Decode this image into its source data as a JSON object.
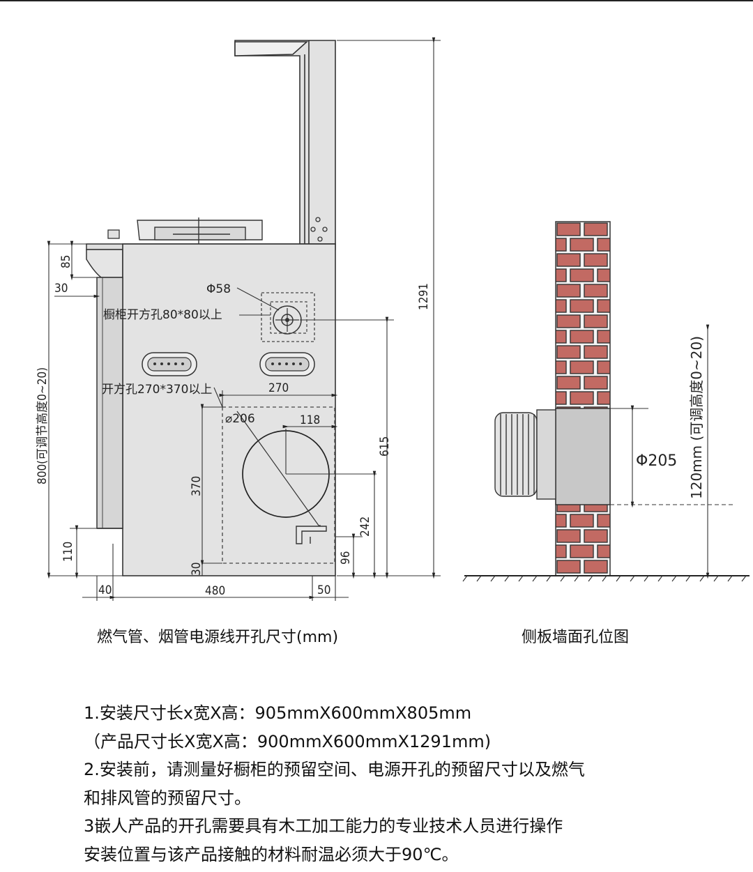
{
  "left_diagram": {
    "caption": "燃气管、烟管电源线开孔尺寸(mm)",
    "labels": {
      "gas_hole": "Φ58",
      "cabinet_square_hole": "橱柜开方孔80*80以上",
      "square_hole_270_370": "开方孔270*370以上",
      "vent_hole": "⌀206"
    },
    "dimensions": {
      "height_total": "1291",
      "height_85": "85",
      "depth_30": "30",
      "cabinet_height": "800(可调节高度0~20)",
      "d_110": "110",
      "d_40": "40",
      "d_480": "480",
      "d_50": "50",
      "d_270": "270",
      "d_118": "118",
      "d_370": "370",
      "d_30_bottom": "30",
      "d_96": "96",
      "d_242": "242",
      "d_615": "615"
    }
  },
  "right_diagram": {
    "caption": "侧板墙面孔位图",
    "labels": {
      "pipe_diameter": "Φ205",
      "height_note": "120mm (可调高度0~20)"
    }
  },
  "notes": [
    "1.安装尺寸长x宽X高：905mmX600mmX805mm",
    "（产品尺寸长X宽X高：900mmX600mmX1291mm)",
    "2.安装前，请测量好橱柜的预留空间、电源开孔的预留尺寸以及燃气",
    "和排风管的预留尺寸。",
    "3嵌人产品的开孔需要具有木工加工能力的专业技术人员进行操作",
    "安装位置与该产品接触的材料耐温必须大于90℃。"
  ]
}
